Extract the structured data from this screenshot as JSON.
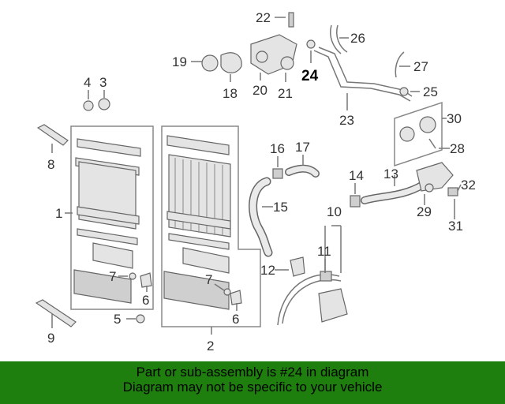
{
  "callouts": [
    {
      "id": "c1",
      "text": "1"
    },
    {
      "id": "c2",
      "text": "2"
    },
    {
      "id": "c3",
      "text": "3"
    },
    {
      "id": "c4",
      "text": "4"
    },
    {
      "id": "c5",
      "text": "5"
    },
    {
      "id": "c6a",
      "text": "6"
    },
    {
      "id": "c6b",
      "text": "6"
    },
    {
      "id": "c7a",
      "text": "7"
    },
    {
      "id": "c7b",
      "text": "7"
    },
    {
      "id": "c8",
      "text": "8"
    },
    {
      "id": "c9",
      "text": "9"
    },
    {
      "id": "c10",
      "text": "10"
    },
    {
      "id": "c11",
      "text": "11"
    },
    {
      "id": "c12",
      "text": "12"
    },
    {
      "id": "c13",
      "text": "13"
    },
    {
      "id": "c14",
      "text": "14"
    },
    {
      "id": "c15",
      "text": "15"
    },
    {
      "id": "c16",
      "text": "16"
    },
    {
      "id": "c17",
      "text": "17"
    },
    {
      "id": "c18",
      "text": "18"
    },
    {
      "id": "c19",
      "text": "19"
    },
    {
      "id": "c20",
      "text": "20"
    },
    {
      "id": "c21",
      "text": "21"
    },
    {
      "id": "c22",
      "text": "22"
    },
    {
      "id": "c23",
      "text": "23"
    },
    {
      "id": "c24",
      "text": "24",
      "highlight": true
    },
    {
      "id": "c25",
      "text": "25"
    },
    {
      "id": "c26",
      "text": "26"
    },
    {
      "id": "c27",
      "text": "27"
    },
    {
      "id": "c28",
      "text": "28"
    },
    {
      "id": "c29",
      "text": "29"
    },
    {
      "id": "c30",
      "text": "30"
    },
    {
      "id": "c31",
      "text": "31"
    },
    {
      "id": "c32",
      "text": "32"
    }
  ],
  "banner": {
    "line1": "Part or sub-assembly is #24 in diagram",
    "line2": "Diagram may not be specific to your vehicle",
    "color": "#1e7f0f"
  }
}
